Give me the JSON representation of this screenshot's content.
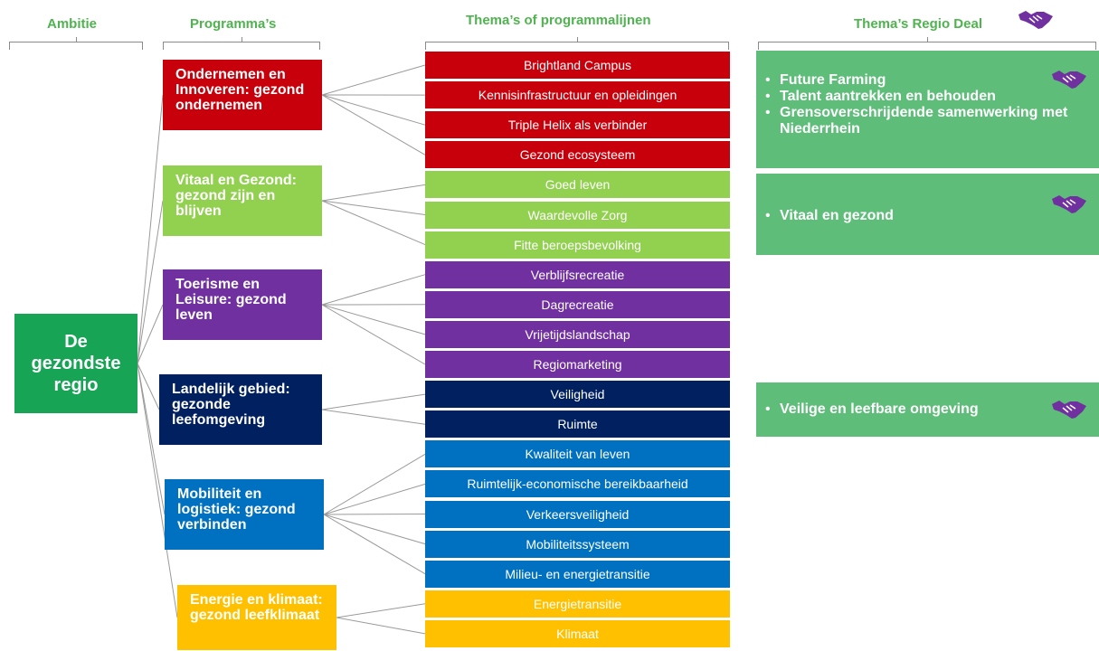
{
  "headers": {
    "ambitie": "Ambitie",
    "programmas": "Programma’s",
    "themas": "Thema’s of programmalijnen",
    "regio_deal": "Thema’s Regio Deal"
  },
  "ambition": {
    "label": "De gezondste regio",
    "color": "#17a555"
  },
  "programs": [
    {
      "label": "Ondernemen en Innoveren: gezond ondernemen",
      "color": "#c8000b"
    },
    {
      "label": "Vitaal en Gezond: gezond zijn en blijven",
      "color": "#92d050"
    },
    {
      "label": "Toerisme en Leisure: gezond leven",
      "color": "#7030a0"
    },
    {
      "label": "Landelijk gebied: gezonde leefomgeving",
      "color": "#002060"
    },
    {
      "label": "Mobiliteit en logistiek: gezond verbinden",
      "color": "#0070c0"
    },
    {
      "label": "Energie en klimaat: gezond leefklimaat",
      "color": "#ffc000"
    }
  ],
  "themes": [
    {
      "label": "Brightland Campus",
      "program": 0
    },
    {
      "label": "Kennisinfrastructuur en opleidingen",
      "program": 0
    },
    {
      "label": "Triple Helix als verbinder",
      "program": 0
    },
    {
      "label": "Gezond ecosysteem",
      "program": 0
    },
    {
      "label": "Goed leven",
      "program": 1
    },
    {
      "label": "Waardevolle Zorg",
      "program": 1
    },
    {
      "label": "Fitte beroepsbevolking",
      "program": 1
    },
    {
      "label": "Verblijfsrecreatie",
      "program": 2
    },
    {
      "label": "Dagrecreatie",
      "program": 2
    },
    {
      "label": "Vrijetijdslandschap",
      "program": 2
    },
    {
      "label": "Regiomarketing",
      "program": 2
    },
    {
      "label": "Veiligheid",
      "program": 3
    },
    {
      "label": "Ruimte",
      "program": 3
    },
    {
      "label": "Kwaliteit van leven",
      "program": 4
    },
    {
      "label": "Ruimtelijk-economische bereikbaarheid",
      "program": 4
    },
    {
      "label": "Verkeersveiligheid",
      "program": 4
    },
    {
      "label": "Mobiliteitssysteem",
      "program": 4
    },
    {
      "label": "Milieu- en energietransitie",
      "program": 4
    },
    {
      "label": "Energietransitie",
      "program": 5
    },
    {
      "label": "Klimaat",
      "program": 5
    }
  ],
  "regio_deal": [
    {
      "items": [
        "Future Farming",
        "Talent aantrekken en behouden",
        "Grensoverschrijdende samenwerking met Niederrhein"
      ]
    },
    {
      "items": [
        "Vitaal en gezond"
      ]
    },
    {
      "items": [
        "Veilige en leefbare omgeving"
      ]
    }
  ],
  "icons": {
    "handshake": "handshake-icon",
    "handshake_color": "#7030a0"
  },
  "deal_color": "#5ebd79"
}
